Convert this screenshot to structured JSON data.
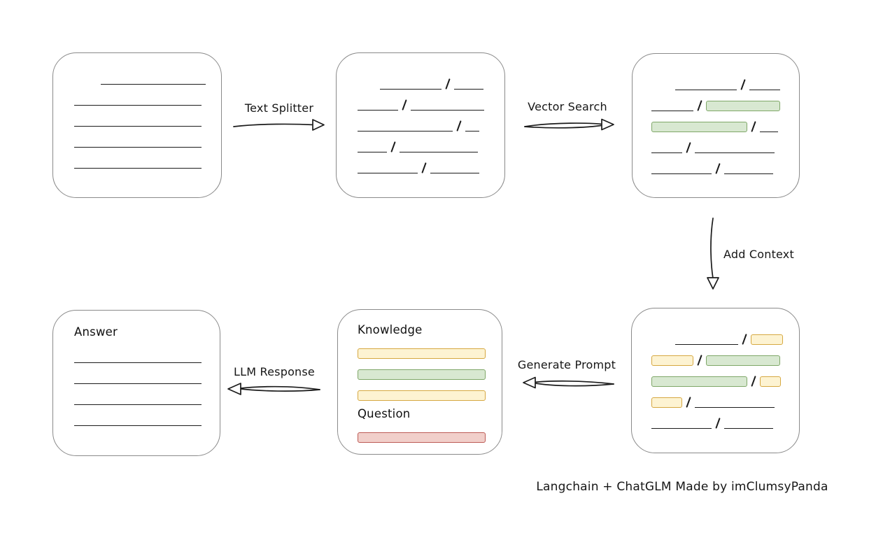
{
  "caption": "Langchain + ChatGLM Made by imClumsyPanda",
  "colors": {
    "line": "#1b1b1b",
    "box_border": "#8a8a8a",
    "green_fill": "#d8e8d1",
    "green_border": "#7fa768",
    "yellow_fill": "#fdf3d2",
    "yellow_border": "#d6a841",
    "red_fill": "#f1cfca",
    "red_border": "#bd5b55"
  },
  "arrows": {
    "text_splitter": {
      "label": "Text Splitter"
    },
    "vector_search": {
      "label": "Vector Search"
    },
    "add_context": {
      "label": "Add Context"
    },
    "generate_prompt": {
      "label": "Generate Prompt"
    },
    "llm_response": {
      "label": "LLM Response"
    }
  },
  "boxes": {
    "document": {
      "rows": [
        [
          {
            "t": "space",
            "w": 32
          },
          {
            "t": "line",
            "w": 150
          }
        ],
        [
          {
            "t": "line",
            "w": 182
          }
        ],
        [
          {
            "t": "line",
            "w": 182
          }
        ],
        [
          {
            "t": "line",
            "w": 182
          }
        ],
        [
          {
            "t": "line",
            "w": 182
          }
        ]
      ]
    },
    "split_text": {
      "rows": [
        [
          {
            "t": "space",
            "w": 26
          },
          {
            "t": "line",
            "w": 88
          },
          {
            "t": "slash"
          },
          {
            "t": "line",
            "w": 42
          }
        ],
        [
          {
            "t": "line",
            "w": 58
          },
          {
            "t": "slash"
          },
          {
            "t": "line",
            "w": 105
          }
        ],
        [
          {
            "t": "line",
            "w": 136
          },
          {
            "t": "slash"
          },
          {
            "t": "line",
            "w": 20
          }
        ],
        [
          {
            "t": "line",
            "w": 42
          },
          {
            "t": "slash"
          },
          {
            "t": "line",
            "w": 112
          }
        ],
        [
          {
            "t": "line",
            "w": 86
          },
          {
            "t": "slash"
          },
          {
            "t": "line",
            "w": 70
          }
        ]
      ]
    },
    "vector_matches": {
      "rows": [
        [
          {
            "t": "space",
            "w": 28
          },
          {
            "t": "line",
            "w": 88
          },
          {
            "t": "slash"
          },
          {
            "t": "line",
            "w": 44
          }
        ],
        [
          {
            "t": "line",
            "w": 60
          },
          {
            "t": "slash"
          },
          {
            "t": "green",
            "w": 106
          }
        ],
        [
          {
            "t": "green",
            "w": 137
          },
          {
            "t": "slash"
          },
          {
            "t": "line",
            "w": 26
          }
        ],
        [
          {
            "t": "line",
            "w": 44
          },
          {
            "t": "slash"
          },
          {
            "t": "line",
            "w": 114
          }
        ],
        [
          {
            "t": "line",
            "w": 86
          },
          {
            "t": "slash"
          },
          {
            "t": "line",
            "w": 70
          }
        ]
      ]
    },
    "context": {
      "rows": [
        [
          {
            "t": "space",
            "w": 28
          },
          {
            "t": "line",
            "w": 90
          },
          {
            "t": "slash"
          },
          {
            "t": "yellow",
            "w": 46
          }
        ],
        [
          {
            "t": "yellow",
            "w": 60
          },
          {
            "t": "slash"
          },
          {
            "t": "green",
            "w": 106
          }
        ],
        [
          {
            "t": "green",
            "w": 137
          },
          {
            "t": "slash"
          },
          {
            "t": "yellow",
            "w": 30
          }
        ],
        [
          {
            "t": "yellow",
            "w": 44
          },
          {
            "t": "slash"
          },
          {
            "t": "line",
            "w": 114
          }
        ],
        [
          {
            "t": "line",
            "w": 86
          },
          {
            "t": "slash"
          },
          {
            "t": "line",
            "w": 70
          }
        ]
      ]
    },
    "prompt": {
      "knowledge_label": "Knowledge",
      "question_label": "Question",
      "knowledge_rows": [
        [
          {
            "t": "yellow",
            "w": 183
          }
        ],
        [
          {
            "t": "green",
            "w": 183
          }
        ],
        [
          {
            "t": "yellow",
            "w": 183
          }
        ]
      ],
      "question_rows": [
        [
          {
            "t": "red",
            "w": 183
          }
        ]
      ]
    },
    "answer": {
      "label": "Answer",
      "rows": [
        [
          {
            "t": "line",
            "w": 182
          }
        ],
        [
          {
            "t": "line",
            "w": 182
          }
        ],
        [
          {
            "t": "line",
            "w": 182
          }
        ],
        [
          {
            "t": "line",
            "w": 182
          }
        ]
      ]
    }
  }
}
